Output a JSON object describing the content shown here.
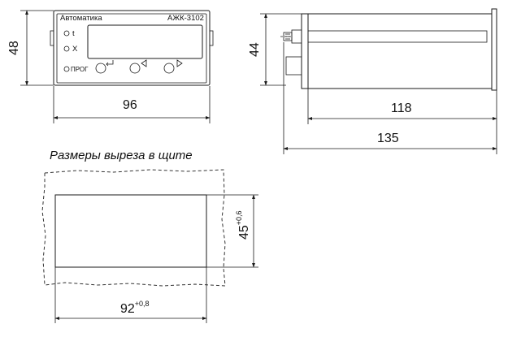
{
  "front_view": {
    "brand": "Автоматика",
    "model": "АЖК-3102",
    "led_t": "t",
    "led_x": "X",
    "prog": "ПРОГ",
    "width_label": "96",
    "height_label": "48"
  },
  "side_view": {
    "height_label": "44",
    "depth_label": "118",
    "total_label": "135"
  },
  "cutout": {
    "caption": "Размеры выреза в щите",
    "width_value": "92",
    "width_tolerance": "+0,8",
    "height_value": "45",
    "height_tolerance": "+0,6"
  }
}
